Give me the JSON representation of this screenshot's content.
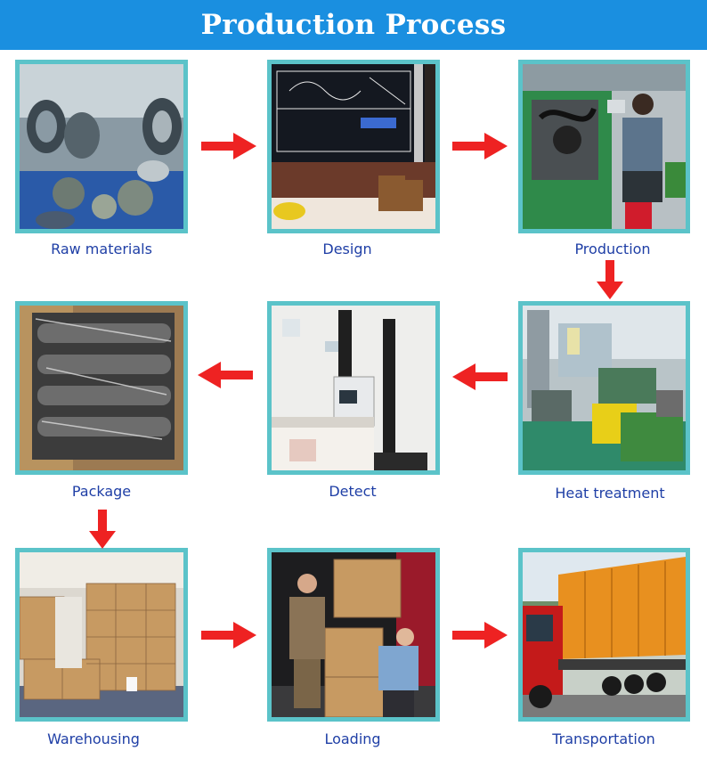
{
  "title": "Production Process",
  "colors": {
    "banner": "#1a8fe0",
    "frame": "#5bc3c9",
    "label": "#1f3fa6",
    "arrow": "#ee2222"
  },
  "steps": [
    {
      "id": "raw-materials",
      "label": "Raw materials"
    },
    {
      "id": "design",
      "label": "Design"
    },
    {
      "id": "production",
      "label": "Production"
    },
    {
      "id": "heat-treatment",
      "label": "Heat treatment"
    },
    {
      "id": "detect",
      "label": "Detect"
    },
    {
      "id": "package",
      "label": "Package"
    },
    {
      "id": "warehousing",
      "label": "Warehousing"
    },
    {
      "id": "loading",
      "label": "Loading"
    },
    {
      "id": "transportation",
      "label": "Transportation"
    }
  ],
  "flow": [
    {
      "from": "raw-materials",
      "to": "design",
      "direction": "right"
    },
    {
      "from": "design",
      "to": "production",
      "direction": "right"
    },
    {
      "from": "production",
      "to": "heat-treatment",
      "direction": "down"
    },
    {
      "from": "heat-treatment",
      "to": "detect",
      "direction": "left"
    },
    {
      "from": "detect",
      "to": "package",
      "direction": "left"
    },
    {
      "from": "package",
      "to": "warehousing",
      "direction": "down"
    },
    {
      "from": "warehousing",
      "to": "loading",
      "direction": "right"
    },
    {
      "from": "loading",
      "to": "transportation",
      "direction": "right"
    }
  ]
}
